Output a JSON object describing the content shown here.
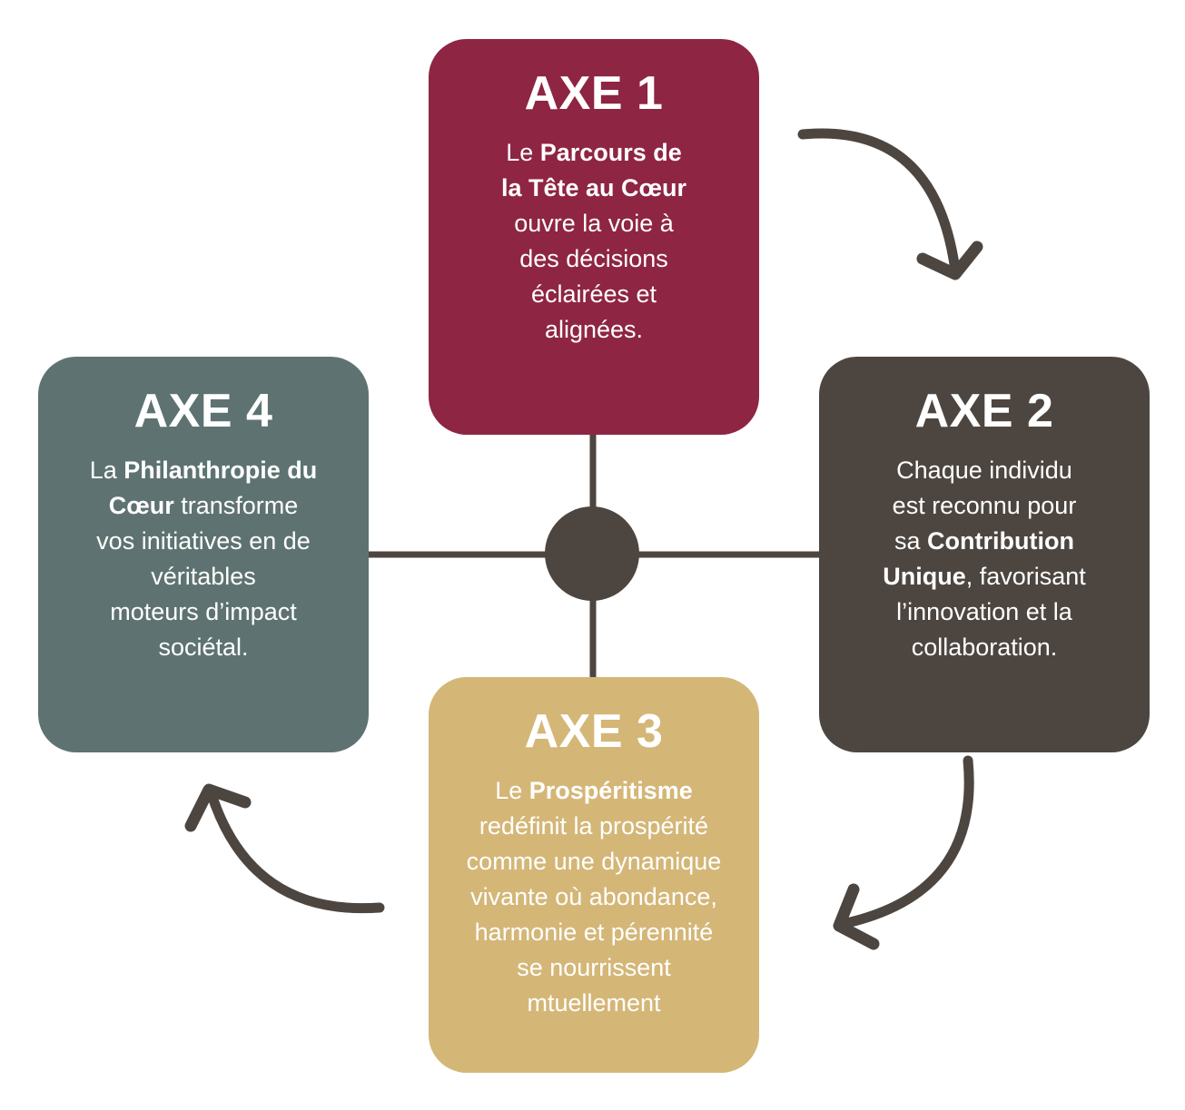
{
  "colors": {
    "axe1": "#8E2543",
    "axe2": "#4D4640",
    "axe3": "#D4B677",
    "axe4": "#5E7371",
    "connector": "#4D4640"
  },
  "axes": [
    {
      "title": "AXE 1",
      "lines": [
        [
          {
            "t": "Le ",
            "b": false
          },
          {
            "t": "Parcours de",
            "b": true
          }
        ],
        [
          {
            "t": "la Tête au Cœur",
            "b": true
          }
        ],
        [
          {
            "t": "ouvre la voie à",
            "b": false
          }
        ],
        [
          {
            "t": "des décisions",
            "b": false
          }
        ],
        [
          {
            "t": "éclairées et",
            "b": false
          }
        ],
        [
          {
            "t": "alignées.",
            "b": false
          }
        ]
      ]
    },
    {
      "title": "AXE 2",
      "lines": [
        [
          {
            "t": "Chaque individu",
            "b": false
          }
        ],
        [
          {
            "t": "est reconnu pour",
            "b": false
          }
        ],
        [
          {
            "t": "sa ",
            "b": false
          },
          {
            "t": "Contribution",
            "b": true
          }
        ],
        [
          {
            "t": "Unique",
            "b": true
          },
          {
            "t": ", favorisant",
            "b": false
          }
        ],
        [
          {
            "t": "l’innovation et la",
            "b": false
          }
        ],
        [
          {
            "t": "collaboration.",
            "b": false
          }
        ]
      ]
    },
    {
      "title": "AXE 3",
      "lines": [
        [
          {
            "t": "Le ",
            "b": false
          },
          {
            "t": "Prospéritisme",
            "b": true
          }
        ],
        [
          {
            "t": "redéfinit la prospérité",
            "b": false
          }
        ],
        [
          {
            "t": "comme une dynamique",
            "b": false
          }
        ],
        [
          {
            "t": "vivante où abondance,",
            "b": false
          }
        ],
        [
          {
            "t": "harmonie et pérennité",
            "b": false
          }
        ],
        [
          {
            "t": "se nourrissent",
            "b": false
          }
        ],
        [
          {
            "t": "mtuellement",
            "b": false
          }
        ]
      ]
    },
    {
      "title": "AXE 4",
      "lines": [
        [
          {
            "t": "La ",
            "b": false
          },
          {
            "t": "Philanthropie du",
            "b": true
          }
        ],
        [
          {
            "t": "Cœur",
            "b": true
          },
          {
            "t": " transforme",
            "b": false
          }
        ],
        [
          {
            "t": "vos initiatives en de",
            "b": false
          }
        ],
        [
          {
            "t": "véritables",
            "b": false
          }
        ],
        [
          {
            "t": "moteurs d’impact",
            "b": false
          }
        ],
        [
          {
            "t": "sociétal.",
            "b": false
          }
        ]
      ]
    }
  ]
}
